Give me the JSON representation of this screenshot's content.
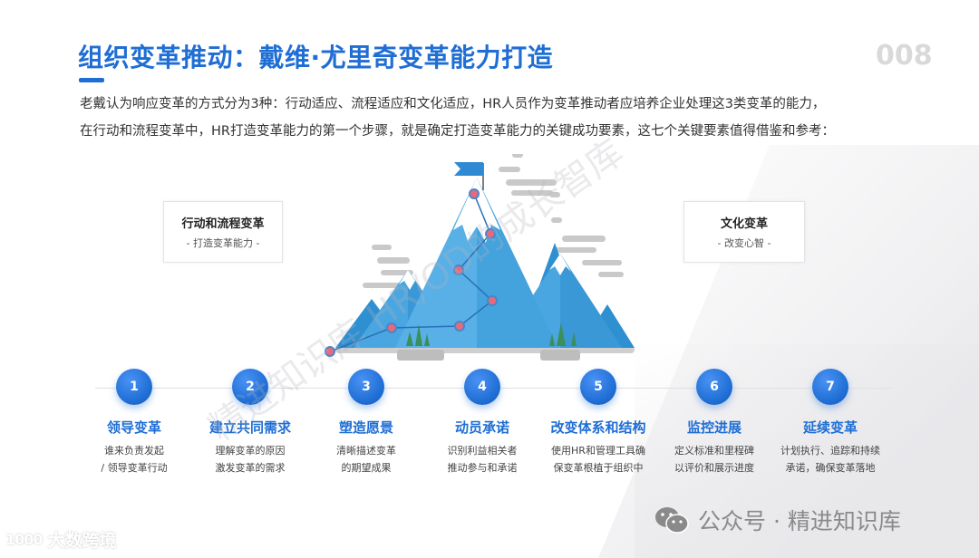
{
  "slide": {
    "title": "组织变革推动：戴维·尤里奇变革能力打造",
    "page_number": "008",
    "accent_color": "#1f6ed4",
    "intro_lines": [
      "老戴认为响应变革的方式分为3种：行动适应、流程适应和文化适应，HR人员作为变革推动者应培养企业处理这3类变革的能力，",
      "在行动和流程变革中，HR打造变革能力的第一个步骤，就是确定打造变革能力的关键成功要素，这七个关键要素值得借鉴和参考："
    ]
  },
  "boxes": {
    "left": {
      "title": "行动和流程变革",
      "subtitle": "- 打造变革能力 -"
    },
    "right": {
      "title": "文化变革",
      "subtitle": "- 改变心智 -"
    }
  },
  "steps": [
    {
      "number": "1",
      "title": "领导变革",
      "desc": [
        "谁来负责发起",
        "/ 领导变革行动"
      ]
    },
    {
      "number": "2",
      "title": "建立共同需求",
      "desc": [
        "理解变革的原因",
        "激发变革的需求"
      ]
    },
    {
      "number": "3",
      "title": "塑造愿景",
      "desc": [
        "清晰描述变革",
        "的期望成果"
      ]
    },
    {
      "number": "4",
      "title": "动员承诺",
      "desc": [
        "识别利益相关者",
        "推动参与和承诺"
      ]
    },
    {
      "number": "5",
      "title": "改变体系和结构",
      "desc": [
        "使用HR和管理工具确",
        "保变革根植于组织中"
      ]
    },
    {
      "number": "6",
      "title": "监控进展",
      "desc": [
        "定义标准和里程碑",
        "以评价和展示进度"
      ]
    },
    {
      "number": "7",
      "title": "延续变革",
      "desc": [
        "计划执行、追踪和持续",
        "承诺，确保变革落地"
      ]
    }
  ],
  "watermarks": {
    "center": "精进知识库 HR/OD的成长智库"
  },
  "footer": {
    "wechat_label": "公众号 · 精进知识库",
    "corner_logo_mark": "1000",
    "corner_logo_text": "大数跨境"
  }
}
